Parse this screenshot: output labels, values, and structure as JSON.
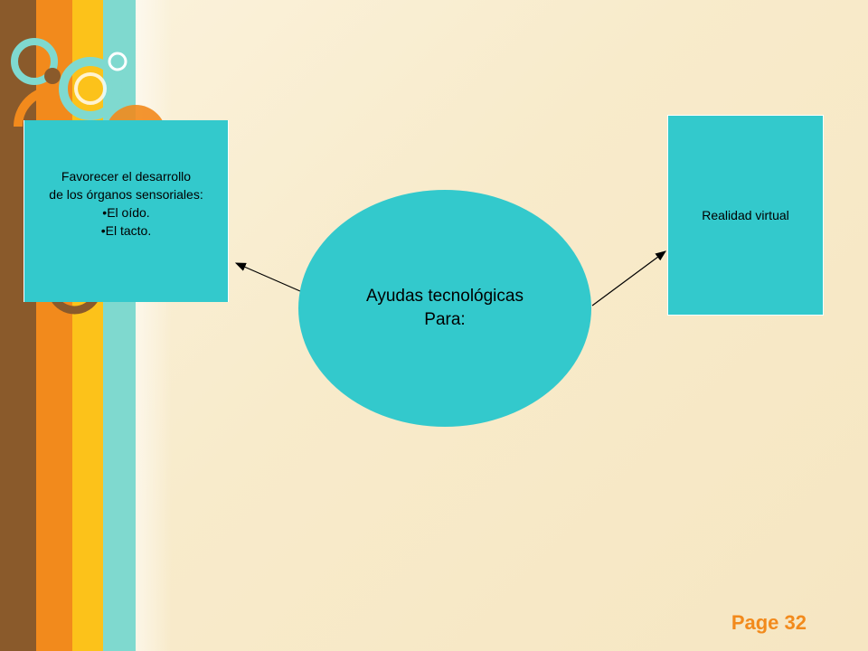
{
  "diagram": {
    "center": {
      "lines": [
        "Ayudas tecnológicas",
        "Para:"
      ]
    },
    "left_box": {
      "lines": [
        "Favorecer el desarrollo",
        "de los órganos sensoriales:",
        "•El oído.",
        "•El tacto."
      ]
    },
    "right_box": {
      "text": "Realidad virtual"
    }
  },
  "footer": {
    "page_label": "Page 32"
  },
  "colors": {
    "shape_fill": "#33c9cc",
    "page_number": "#f28a1c",
    "stripe_brown": "#8a5a2b",
    "stripe_orange": "#f28a1c",
    "stripe_yellow": "#fcc21a",
    "stripe_teal": "#7fd9cf"
  }
}
